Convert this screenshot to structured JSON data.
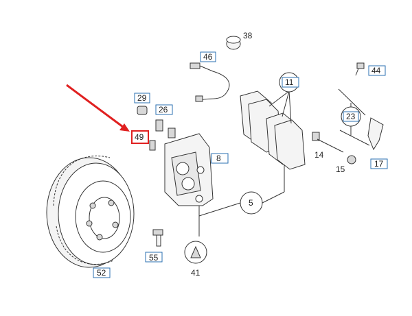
{
  "diagram": {
    "highlight_color": "#e02020",
    "box_border_color": "#2a6fb0",
    "callouts": {
      "c38": "38",
      "c46": "46",
      "c44": "44",
      "c11": "11",
      "c29": "29",
      "c26": "26",
      "c49": "49",
      "c23": "23",
      "c8": "8",
      "c14": "14",
      "c15": "15",
      "c17": "17",
      "c5": "5",
      "c55": "55",
      "c41": "41",
      "c52": "52"
    },
    "highlighted_part": "49"
  }
}
